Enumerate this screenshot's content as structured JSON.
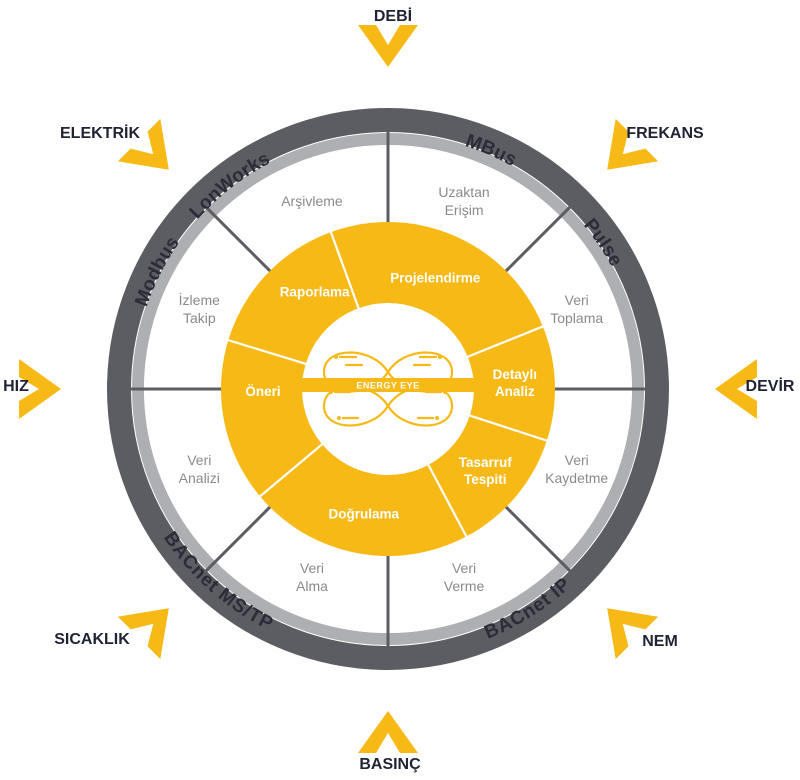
{
  "colors": {
    "accent": "#f7b915",
    "ring_dark": "#5c5d62",
    "ring_light": "#aeafb2",
    "divider": "#5c5d62",
    "text_dark": "#1f2333",
    "text_gray": "#8a8a8a"
  },
  "center": {
    "logo_text": "ENERGY EYE",
    "logo_icon": "energy-eye-infinity-icon"
  },
  "protocols": [
    "LonWorks",
    "MBus",
    "Pulse",
    "BACnet IP",
    "BACnet MS/TP",
    "Modbus"
  ],
  "measurements": [
    "DEBİ",
    "FREKANS",
    "DEVİR",
    "NEM",
    "BASINÇ",
    "SICAKLIK",
    "HIZ",
    "ELEKTRİK"
  ],
  "services": [
    [
      "Arşivleme"
    ],
    [
      "Uzaktan",
      "Erişim"
    ],
    [
      "Veri",
      "Toplama"
    ],
    [
      "Veri",
      "Kaydetme"
    ],
    [
      "Veri",
      "Verme"
    ],
    [
      "Veri",
      "Alma"
    ],
    [
      "Veri",
      "Analizi"
    ],
    [
      "İzleme",
      "Takip"
    ]
  ],
  "processes": [
    [
      "Projelendirme"
    ],
    [
      "Detaylı",
      "Analiz"
    ],
    [
      "Tasarruf",
      "Tespiti"
    ],
    [
      "Doğrulama"
    ],
    [
      "Öneri"
    ],
    [
      "Raporlama"
    ]
  ]
}
